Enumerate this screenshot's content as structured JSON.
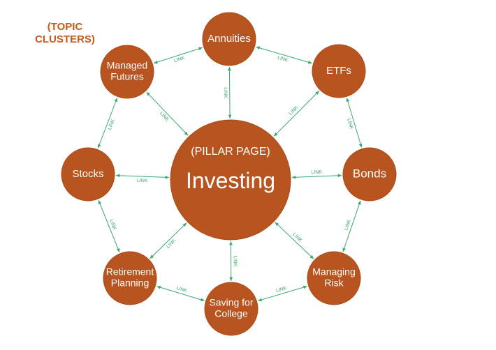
{
  "heading": {
    "line1": "(TOPIC",
    "line2": "CLUSTERS)"
  },
  "colors": {
    "node": "#b8541f",
    "node_stroke": "#a84b19",
    "link": "#3aa76d",
    "heading": "#c55a1a"
  },
  "pillar": {
    "sub": "(PILLAR PAGE)",
    "title": "Investing"
  },
  "nodes": [
    {
      "id": "annuities",
      "lines": [
        "Annuities"
      ]
    },
    {
      "id": "etfs",
      "lines": [
        "ETFs"
      ]
    },
    {
      "id": "bonds",
      "lines": [
        "Bonds"
      ]
    },
    {
      "id": "managing-risk",
      "lines": [
        "Managing",
        "Risk"
      ]
    },
    {
      "id": "saving-for-college",
      "lines": [
        "Saving for",
        "College"
      ]
    },
    {
      "id": "retirement-planning",
      "lines": [
        "Retirement",
        "Planning"
      ]
    },
    {
      "id": "stocks",
      "lines": [
        "Stocks"
      ]
    },
    {
      "id": "managed-futures",
      "lines": [
        "Managed",
        "Futures"
      ]
    }
  ],
  "link_label": "LINK"
}
